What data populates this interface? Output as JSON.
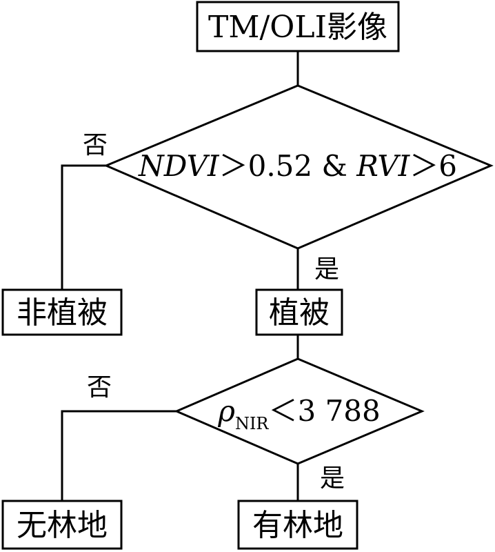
{
  "nodes": {
    "input": {
      "label": "TM/OLI影像"
    },
    "decision1": {
      "part1": "NDVI",
      "op1": "＞",
      "val1": "0.52",
      "amp": " & ",
      "part2": "RVI",
      "op2": "＞",
      "val2": "6"
    },
    "non_vegetation": {
      "label": "非植被"
    },
    "vegetation": {
      "label": "植被"
    },
    "decision2": {
      "symbol": "ρ",
      "subscript": "NIR",
      "op": "＜",
      "value": "3 788"
    },
    "non_forest": {
      "label": "无林地"
    },
    "forest": {
      "label": "有林地"
    }
  },
  "branches": {
    "d1_no": "否",
    "d1_yes": "是",
    "d2_no": "否",
    "d2_yes": "是"
  }
}
